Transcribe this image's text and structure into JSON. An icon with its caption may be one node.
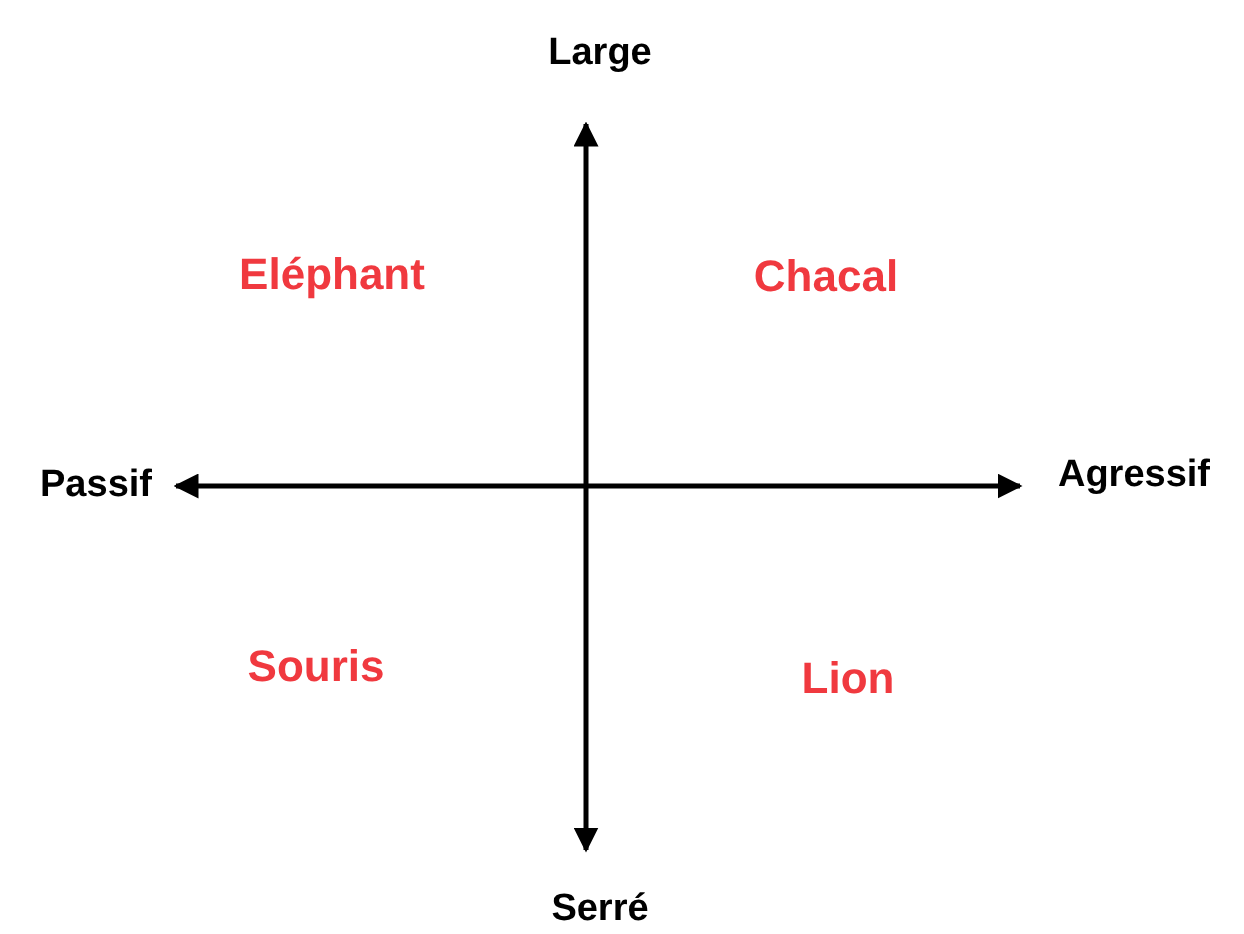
{
  "diagram": {
    "labels": [
      "Large",
      "Eléphant",
      "Chacal",
      "Passif",
      "Agressif",
      "Souris",
      "Lion",
      "Serré"
    ]
  }
}
